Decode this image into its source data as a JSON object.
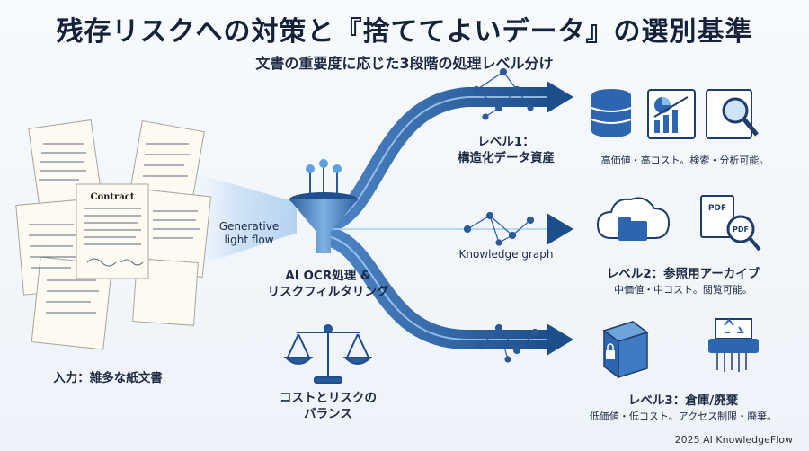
{
  "title": "残存リスクへの対策と『捨ててよいデータ』の選別基準",
  "subtitle": "文書の重要度に応じた3段階の処理レベル分け",
  "input": {
    "label": "入力：雑多な紙文書",
    "contract_label": "Contract"
  },
  "flow": {
    "generative_label_line1": "Generative",
    "generative_label_line2": "light flow",
    "knowledge_graph_label": "Knowledge graph"
  },
  "process": {
    "label_line1": "AI OCR処理 &",
    "label_line2": "リスクフィルタリング"
  },
  "balance": {
    "label_line1": "コストとリスクの",
    "label_line2": "バランス"
  },
  "levels": [
    {
      "title_line1": "レベル1：",
      "title_line2": "構造化データ資産",
      "desc": "高価値・高コスト。検索・分析可能。"
    },
    {
      "title": "レベル2：参照用アーカイブ",
      "desc": "中価値・中コスト。閲覧可能。"
    },
    {
      "title": "レベル3：倉庫/廃棄",
      "desc": "低価値・低コスト。アクセス制限・廃棄。"
    }
  ],
  "pdf_labels": [
    "PDF",
    "PDF"
  ],
  "footer": "2025 AI KnowledgeFlow",
  "colors": {
    "flow_dark": "#1e4f8f",
    "flow_light": "#7fb3e6",
    "icon_blue": "#2d66b0",
    "bg": "#f3f7fb"
  }
}
